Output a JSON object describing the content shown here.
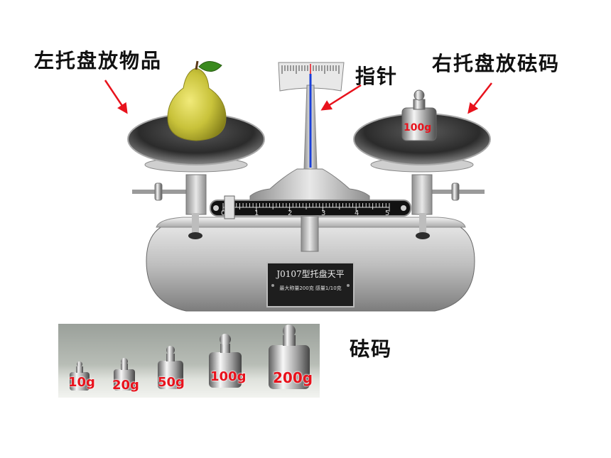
{
  "labels": {
    "left_pan": "左托盘放物品",
    "right_pan": "右托盘放砝码",
    "pointer": "指针",
    "weights": "砝码"
  },
  "balance": {
    "pan_weight": "100g",
    "plate_title": "J0107型托盘天平",
    "plate_spec": "最大称量200克  感量1/10克",
    "beam_scale": [
      "0",
      "1",
      "2",
      "3",
      "4",
      "5"
    ]
  },
  "weight_set": [
    "10g",
    "20g",
    "50g",
    "100g",
    "200g"
  ],
  "colors": {
    "arrow": "#e8121c",
    "weight_text": "#e8121c",
    "pointer_needle": "#1a3fd8",
    "pear": "#c8c23a",
    "leaf": "#3a8a1e"
  }
}
